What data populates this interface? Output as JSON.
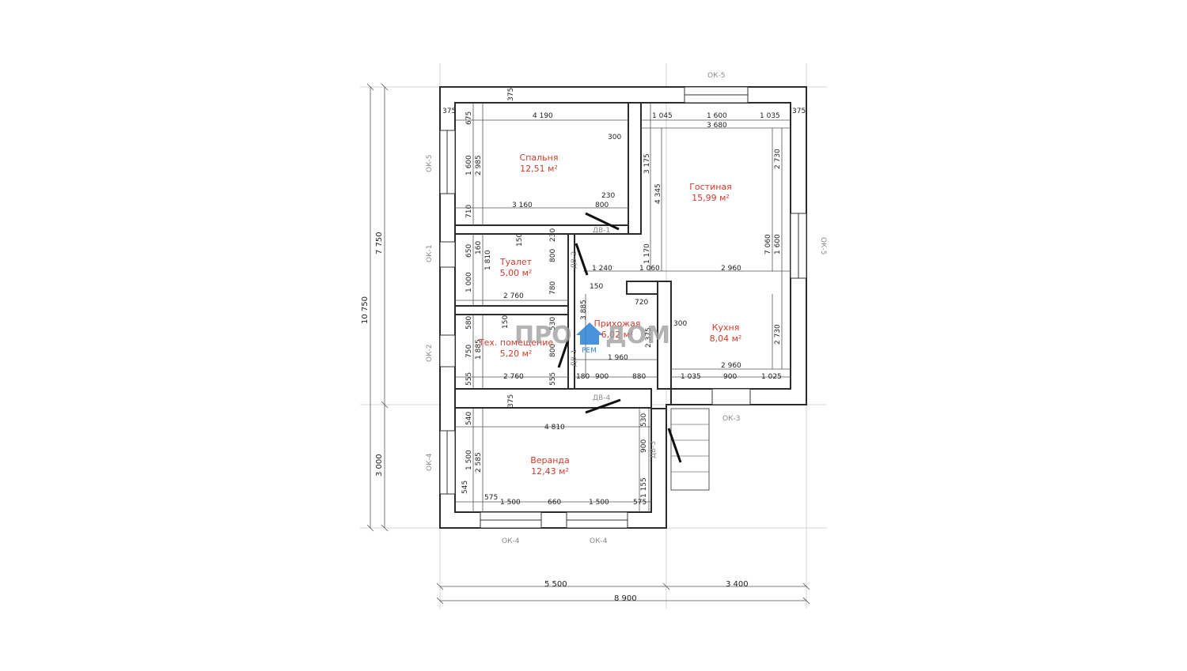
{
  "rooms": [
    {
      "name": "Спальня",
      "area": "12,51 м²"
    },
    {
      "name": "Гостиная",
      "area": "15,99 м²"
    },
    {
      "name": "Туалет",
      "area": "5,00 м²"
    },
    {
      "name": "Прихожая",
      "area": "6,02 м²"
    },
    {
      "name": "Кухня",
      "area": "8,04 м²"
    },
    {
      "name": "Тех. помещение",
      "area": "5,20 м²"
    },
    {
      "name": "Веранда",
      "area": "12,43 м²"
    }
  ],
  "windows": {
    "ok5_top": "ОК-5",
    "ok5_left": "ОК-5",
    "ok5_right": "ОК-5",
    "ok1": "ОК-1",
    "ok2": "ОК-2",
    "ok3": "ОК-3",
    "ok4_left": "ОК-4",
    "ok4_bottom_a": "ОК-4",
    "ok4_bottom_b": "ОК-4"
  },
  "doors": {
    "dv1": "ДВ-1",
    "dv1b": "ДВ-1",
    "dv2": "ДВ-2",
    "dv3": "ДВ-3",
    "dv4": "ДВ-4"
  },
  "dimensions": {
    "total_width": "8 900",
    "width_left": "5 500",
    "width_right": "3 400",
    "total_height": "10 750",
    "height_main": "7 750",
    "height_veranda": "3 000",
    "d375_tl": "375",
    "d375_top": "375",
    "d375_tr": "375",
    "d375_mid": "375",
    "d4190": "4 190",
    "d675": "675",
    "d1600_l": "1 600",
    "d2985": "2 985",
    "d710": "710",
    "d3160": "3 160",
    "d800_bed": "800",
    "d230_bed": "230",
    "d300_bed": "300",
    "d1045": "1 045",
    "d1600_t": "1 600",
    "d1035": "1 035",
    "d3680": "3 680",
    "d2730_a": "2 730",
    "d3175": "3 175",
    "d4345": "4 345",
    "d7060": "7 060",
    "d1600_r": "1 600",
    "d1170": "1 170",
    "d1060": "1 060",
    "d1240": "1 240",
    "d2960_a": "2 960",
    "d230_t": "230",
    "d150_t": "150",
    "d160": "160",
    "d650": "650",
    "d1810": "1 810",
    "d1000": "1 000",
    "d800_t": "800",
    "d780": "780",
    "d2760_a": "2 760",
    "d150_h": "150",
    "d720": "720",
    "d3885": "3 885",
    "d300_h": "300",
    "d2375": "2 375",
    "d580": "580",
    "d150_s": "150",
    "d530_s": "530",
    "d750": "750",
    "d1885": "1 885",
    "d800_s": "800",
    "d555_l": "555",
    "d555_r": "555",
    "d2760_b": "2 760",
    "d180": "180",
    "d900_h": "900",
    "d880": "880",
    "d1960": "1 960",
    "d2730_b": "2 730",
    "d2960_b": "2 960",
    "d1035_k": "1 035",
    "d900_k": "900",
    "d1025": "1 025",
    "d540": "540",
    "d4810": "4 810",
    "d530_v": "530",
    "d900_v": "900",
    "d1500_v": "1 500",
    "d2585": "2 585",
    "d545": "545",
    "d575_l": "575",
    "d1500_a": "1 500",
    "d660": "660",
    "d1500_b": "1 500",
    "d575_r": "575",
    "d1155": "1 155"
  },
  "logo": {
    "part1": "ПРО",
    "part2": "ДОМ",
    "sub": "РЕМ",
    "color": "#2a7fd4"
  }
}
